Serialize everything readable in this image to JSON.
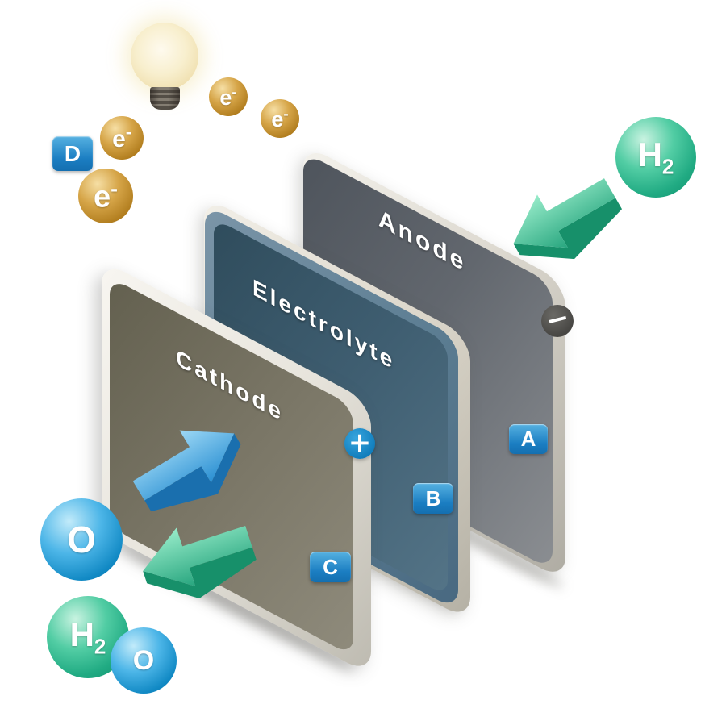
{
  "scene": {
    "description": "Hydrogen fuel cell exploded-view diagram with anode, electrolyte and cathode plates"
  },
  "plates": [
    {
      "label": "Anode",
      "badge": "A",
      "terminal": "−"
    },
    {
      "label": "Electrolyte",
      "badge": "B",
      "terminal": ""
    },
    {
      "label": "Cathode",
      "badge": "C",
      "terminal": "+"
    }
  ],
  "callout_d": {
    "badge": "D"
  },
  "electron": {
    "symbol": "e",
    "charge": "-"
  },
  "molecules": {
    "h2_inlet": {
      "symbol": "H",
      "subscript": "2"
    },
    "o_left": {
      "symbol": "O"
    },
    "h2_outlet": {
      "symbol": "H",
      "subscript": "2"
    },
    "o_outlet": {
      "symbol": "O"
    }
  },
  "colors": {
    "badge_blue": "#1b7ec2",
    "sphere_green": "#21ab83",
    "sphere_blue": "#1189c4",
    "sphere_gold": "#b37f20",
    "anode_gray": "#62676e",
    "electrolyte_blue": "#3f5e71",
    "cathode_olive": "#7a7666",
    "arrow_green": "#2aaa82",
    "arrow_blue": "#2d92d4",
    "bulb_glow": "#f8efce"
  }
}
